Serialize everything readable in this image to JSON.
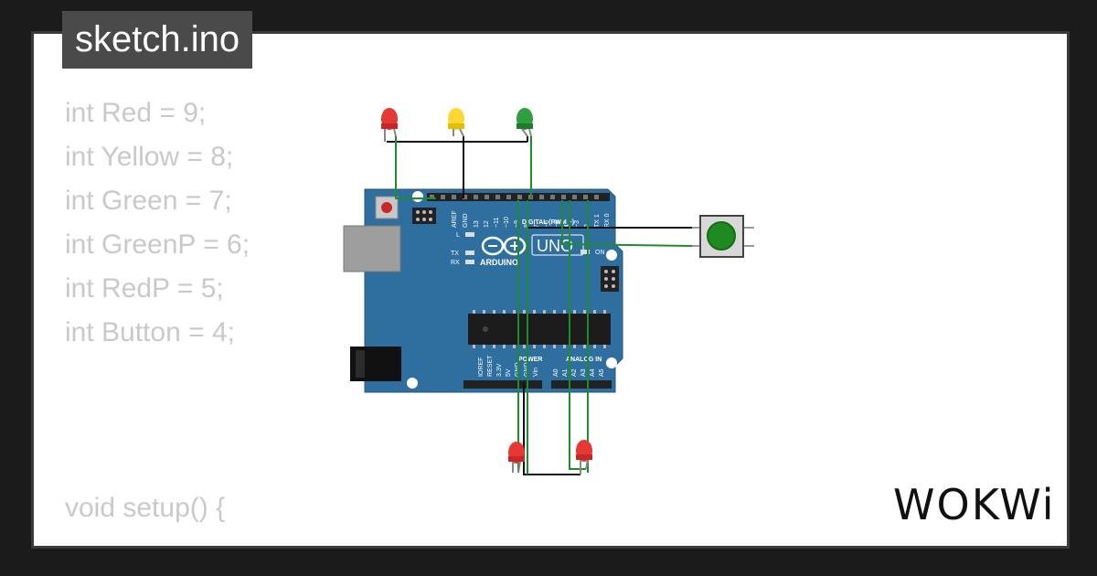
{
  "tab": {
    "filename": "sketch.ino"
  },
  "code_lines": [
    "int Red = 9;",
    "int Yellow = 8;",
    "int Green = 7;",
    "int GreenP = 6;",
    "int RedP = 5;",
    "int Button = 4;",
    "",
    "",
    "",
    "void setup() {"
  ],
  "board": {
    "logo": "ARDUINO",
    "model": "UNO",
    "digital_label": "DIGITAL (PWM ~)",
    "power_label": "POWER",
    "analog_label": "ANALOG IN",
    "on_label": "ON",
    "l_label": "L",
    "tx_label": "TX",
    "rx_label": "RX",
    "top_pins": [
      "AREF",
      "GND",
      "13",
      "12",
      "~11",
      "~10",
      "~9",
      "8",
      "7",
      "~6",
      "~5",
      "4",
      "~3",
      "2",
      "TX 1",
      "RX 0"
    ],
    "power_pins": [
      "IOREF",
      "RESET",
      "3.3V",
      "5V",
      "GND",
      "GND",
      "Vin"
    ],
    "analog_pins": [
      "A0",
      "A1",
      "A2",
      "A3",
      "A4",
      "A5"
    ]
  },
  "components": {
    "leds_top": [
      {
        "name": "red",
        "color": "#e53935"
      },
      {
        "name": "yellow",
        "color": "#fdd835"
      },
      {
        "name": "green",
        "color": "#2e9e3f"
      }
    ],
    "leds_bottom": [
      {
        "name": "red-pedestrian",
        "color": "#e53935"
      },
      {
        "name": "red-pedestrian-2",
        "color": "#e53935"
      }
    ],
    "button_color": "#1f8a1f",
    "board_color": "#2f6fa0"
  },
  "brand": {
    "logo_text": "WOKWi"
  }
}
